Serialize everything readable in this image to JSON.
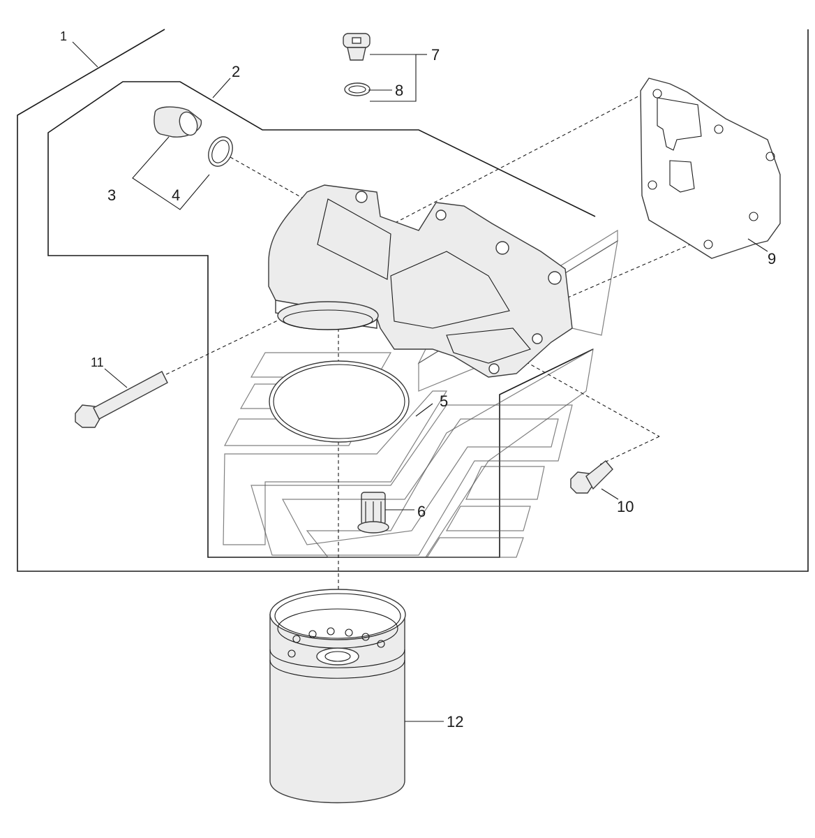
{
  "callouts": {
    "c1": "1",
    "c2": "2",
    "c3": "3",
    "c4": "4",
    "c5": "5",
    "c6": "6",
    "c7": "7",
    "c8": "8",
    "c9": "9",
    "c10": "10",
    "c11": "11",
    "c12": "12"
  },
  "colors": {
    "line": "#1a1a1a",
    "part_fill": "#ececec"
  }
}
